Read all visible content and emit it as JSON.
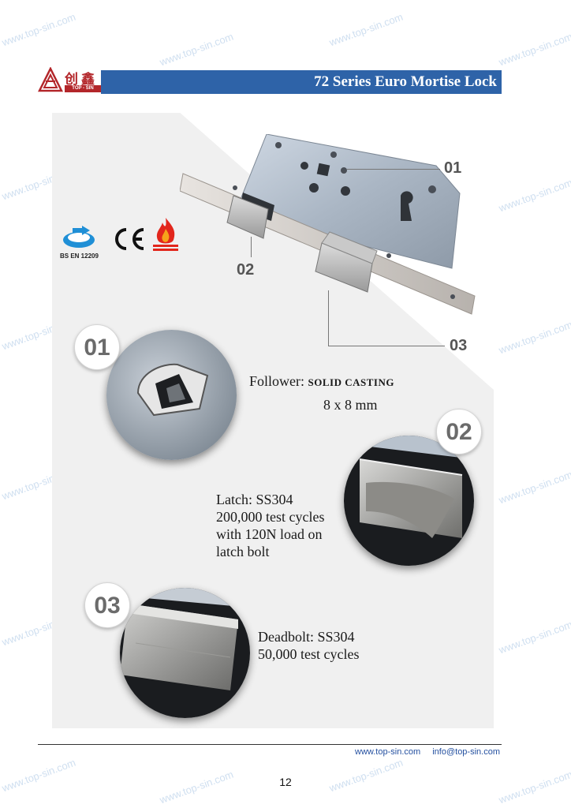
{
  "brand": {
    "name_cn": "创鑫",
    "name_en": "TOP - SIN"
  },
  "header": {
    "title": "72 Series Euro Mortise Lock"
  },
  "watermark": "www.top-sin.com",
  "certifications": {
    "standard": "BS EN 12209",
    "icons": [
      "circular-arrow-icon",
      "ce-mark-icon",
      "fire-rating-icon"
    ],
    "ce_text": "CE"
  },
  "callouts": {
    "c01": "01",
    "c02": "02",
    "c03": "03"
  },
  "features": [
    {
      "number": "01",
      "label": "Follower:",
      "value": "SOLID CASTING",
      "detail": "8 x 8 mm"
    },
    {
      "number": "02",
      "lines": [
        "Latch: SS304",
        "200,000 test cycles",
        "with 120N load on",
        "latch bolt"
      ]
    },
    {
      "number": "03",
      "lines": [
        "Deadbolt: SS304",
        "50,000 test cycles"
      ]
    }
  ],
  "footer": {
    "website": "www.top-sin.com",
    "email": "info@top-sin.com",
    "page": "12"
  },
  "colors": {
    "brand_red": "#b3262a",
    "title_bar": "#2e63a8",
    "link_blue": "#2450a0"
  }
}
